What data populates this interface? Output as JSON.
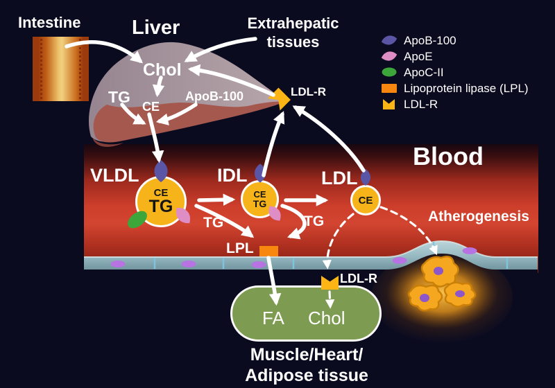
{
  "header": {
    "intestine": "Intestine",
    "liver": "Liver",
    "extrahepatic_line1": "Extrahepatic",
    "extrahepatic_line2": "tissues"
  },
  "legend": {
    "items": [
      {
        "icon": "apob-lens-icon",
        "label": "ApoB-100"
      },
      {
        "icon": "apoe-lens-icon",
        "label": "ApoE"
      },
      {
        "icon": "apoc2-ellipse-icon",
        "label": "ApoC-II"
      },
      {
        "icon": "lpl-rect-icon",
        "label": "Lipoprotein lipase (LPL)"
      },
      {
        "icon": "ldl-receptor-icon",
        "label": "LDL-R"
      }
    ]
  },
  "liver_panel": {
    "chol": "Chol",
    "tg": "TG",
    "ce": "CE",
    "apob": "ApoB-100",
    "ldl_receptor": "LDL-R"
  },
  "vessel": {
    "blood": "Blood",
    "atherogenesis": "Atherogenesis",
    "vldl": "VLDL",
    "idl": "IDL",
    "ldl": "LDL",
    "lpl": "LPL",
    "tg_left": "TG",
    "tg_right": "TG"
  },
  "particles": {
    "vldl": {
      "ce": "CE",
      "tg": "TG"
    },
    "idl": {
      "ce": "CE",
      "tg": "TG"
    },
    "ldl": {
      "ce": "CE"
    }
  },
  "muscle": {
    "fa": "FA",
    "chol": "Chol",
    "ldl_receptor": "LDL-R",
    "title_line1": "Muscle/Heart/",
    "title_line2": "Adipose tissue"
  },
  "colors": {
    "background": "#0b0b20",
    "apob": "#5b55a5",
    "apoe": "#de8dc5",
    "apoc2": "#3da63a",
    "lpl": "#f8870f",
    "ldl_receptor": "#fdb515",
    "particle_yellow": "#f6b41a",
    "vessel_red": "#d04130",
    "endothelium": "#9cbec6",
    "endothelium_nucleus": "#b873e3",
    "muscle_green": "#7d9b51",
    "foam_cell": "#f5a71f",
    "liver_upper": "#a2929a",
    "liver_lower": "#a4584e"
  }
}
